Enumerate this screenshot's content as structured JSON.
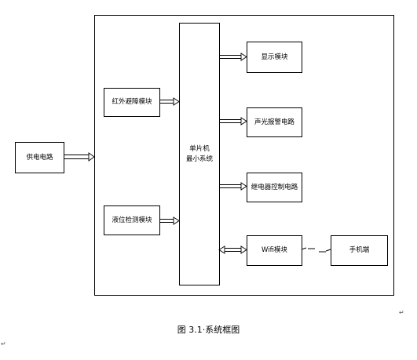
{
  "diagram": {
    "blocks": {
      "power": "供电电路",
      "infrared": "红外避障模块",
      "level": "液位检测模块",
      "mcu": "单片机\n最小系统",
      "display": "显示模块",
      "alarm": "声光报警电路",
      "relay": "继电器控制电路",
      "wifi": "Wifi模块",
      "phone": "手机端"
    },
    "caption": "图 3.1·系统框图",
    "return_marks": [
      "↵",
      "↵"
    ]
  }
}
